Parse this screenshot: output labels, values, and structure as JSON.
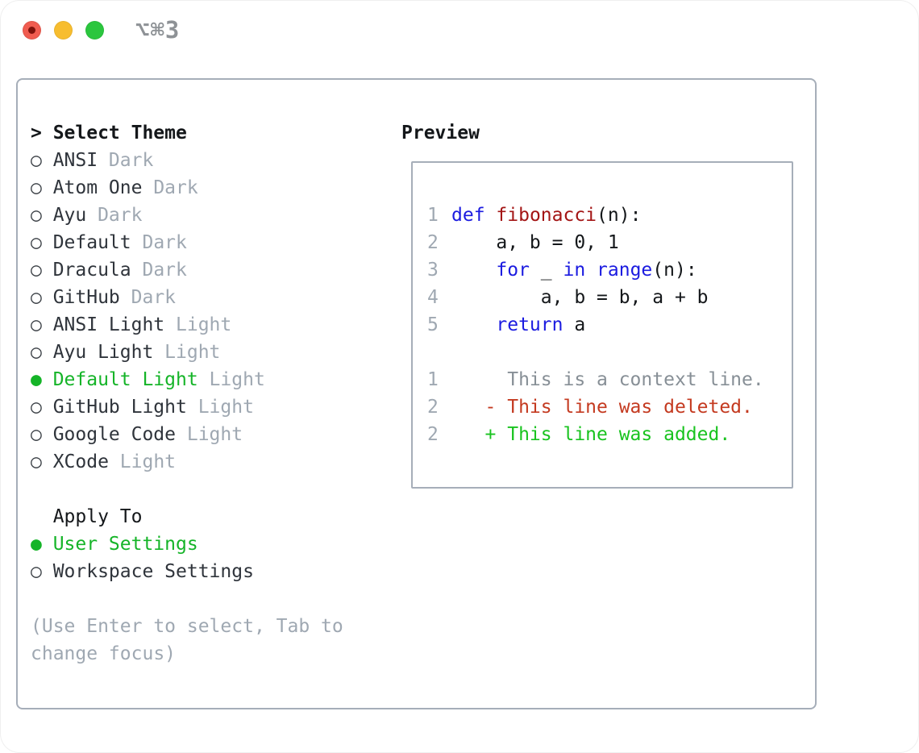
{
  "titlebar": {
    "shortcut": "⌥⌘3",
    "traffic_lights": [
      "close",
      "minimize",
      "zoom"
    ]
  },
  "theme_panel": {
    "title_prefix": ">",
    "title": "Select Theme",
    "themes": [
      {
        "name": "ANSI",
        "variant": "Dark",
        "selected": false
      },
      {
        "name": "Atom One",
        "variant": "Dark",
        "selected": false
      },
      {
        "name": "Ayu",
        "variant": "Dark",
        "selected": false
      },
      {
        "name": "Default",
        "variant": "Dark",
        "selected": false
      },
      {
        "name": "Dracula",
        "variant": "Dark",
        "selected": false
      },
      {
        "name": "GitHub",
        "variant": "Dark",
        "selected": false
      },
      {
        "name": "ANSI Light",
        "variant": "Light",
        "selected": false
      },
      {
        "name": "Ayu Light",
        "variant": "Light",
        "selected": false
      },
      {
        "name": "Default Light",
        "variant": "Light",
        "selected": true
      },
      {
        "name": "GitHub Light",
        "variant": "Light",
        "selected": false
      },
      {
        "name": "Google Code",
        "variant": "Light",
        "selected": false
      },
      {
        "name": "XCode",
        "variant": "Light",
        "selected": false
      }
    ],
    "apply_to": {
      "title": "Apply To",
      "options": [
        {
          "label": "User Settings",
          "selected": true
        },
        {
          "label": "Workspace Settings",
          "selected": false
        }
      ]
    },
    "help_lines": [
      "(Use Enter to select, Tab to",
      "change focus)"
    ]
  },
  "preview": {
    "title": "Preview",
    "code_lines": [
      {
        "num": "1",
        "tokens": [
          {
            "text": "def",
            "color": "keyword"
          },
          {
            "text": " ",
            "color": "plain"
          },
          {
            "text": "fibonacci",
            "color": "function"
          },
          {
            "text": "(n):",
            "color": "plain"
          }
        ]
      },
      {
        "num": "2",
        "tokens": [
          {
            "text": "    a, b = 0, 1",
            "color": "plain"
          }
        ]
      },
      {
        "num": "3",
        "tokens": [
          {
            "text": "    ",
            "color": "plain"
          },
          {
            "text": "for",
            "color": "keyword"
          },
          {
            "text": " _ ",
            "color": "plain"
          },
          {
            "text": "in",
            "color": "keyword"
          },
          {
            "text": " ",
            "color": "plain"
          },
          {
            "text": "range",
            "color": "keyword"
          },
          {
            "text": "(n):",
            "color": "plain"
          }
        ]
      },
      {
        "num": "4",
        "tokens": [
          {
            "text": "        a, b = b, a + b",
            "color": "plain"
          }
        ]
      },
      {
        "num": "5",
        "tokens": [
          {
            "text": "    ",
            "color": "plain"
          },
          {
            "text": "return",
            "color": "keyword"
          },
          {
            "text": " a",
            "color": "plain"
          }
        ]
      }
    ],
    "diff_lines": [
      {
        "num": "1",
        "marker": " ",
        "text": "This is a context line.",
        "kind": "context"
      },
      {
        "num": "2",
        "marker": "-",
        "text": "This line was deleted.",
        "kind": "deleted"
      },
      {
        "num": "2",
        "marker": "+",
        "text": "This line was added.",
        "kind": "added"
      }
    ]
  },
  "colors": {
    "ink": "#14171a",
    "name": "#2f343b",
    "muted": "#9fa8b2",
    "context": "#878f96",
    "border": "#a6aeb9",
    "green": "#15b428",
    "add_green": "#19c31f",
    "del_red": "#c43a20",
    "keyword": "#1b1be0",
    "func": "#a31515",
    "titlebar": "#8e9296",
    "circle": "#3b4046",
    "tl_red": "#f05c50",
    "tl_red_dot": "#7e120b",
    "tl_yellow": "#f7bd2f",
    "tl_green": "#2bc63e"
  }
}
